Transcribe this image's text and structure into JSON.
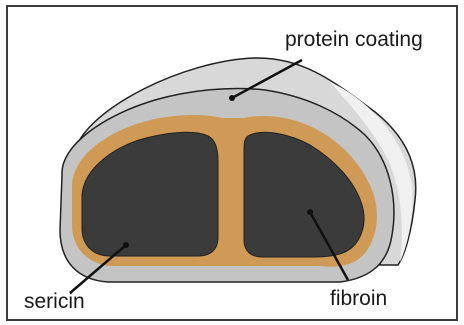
{
  "diagram": {
    "labels": {
      "protein_coating": "protein coating",
      "sericin": "sericin",
      "fibroin": "fibroin"
    },
    "colors": {
      "background": "#ffffff",
      "frame": "#3a3a3a",
      "coating_fill": "#c4c4c4",
      "coating_highlight": "#e4e4e4",
      "outline": "#222222",
      "sericin_fill": "#cf9a55",
      "fibroin_fill": "#3b3b3b",
      "pointer_line": "#111111"
    }
  }
}
